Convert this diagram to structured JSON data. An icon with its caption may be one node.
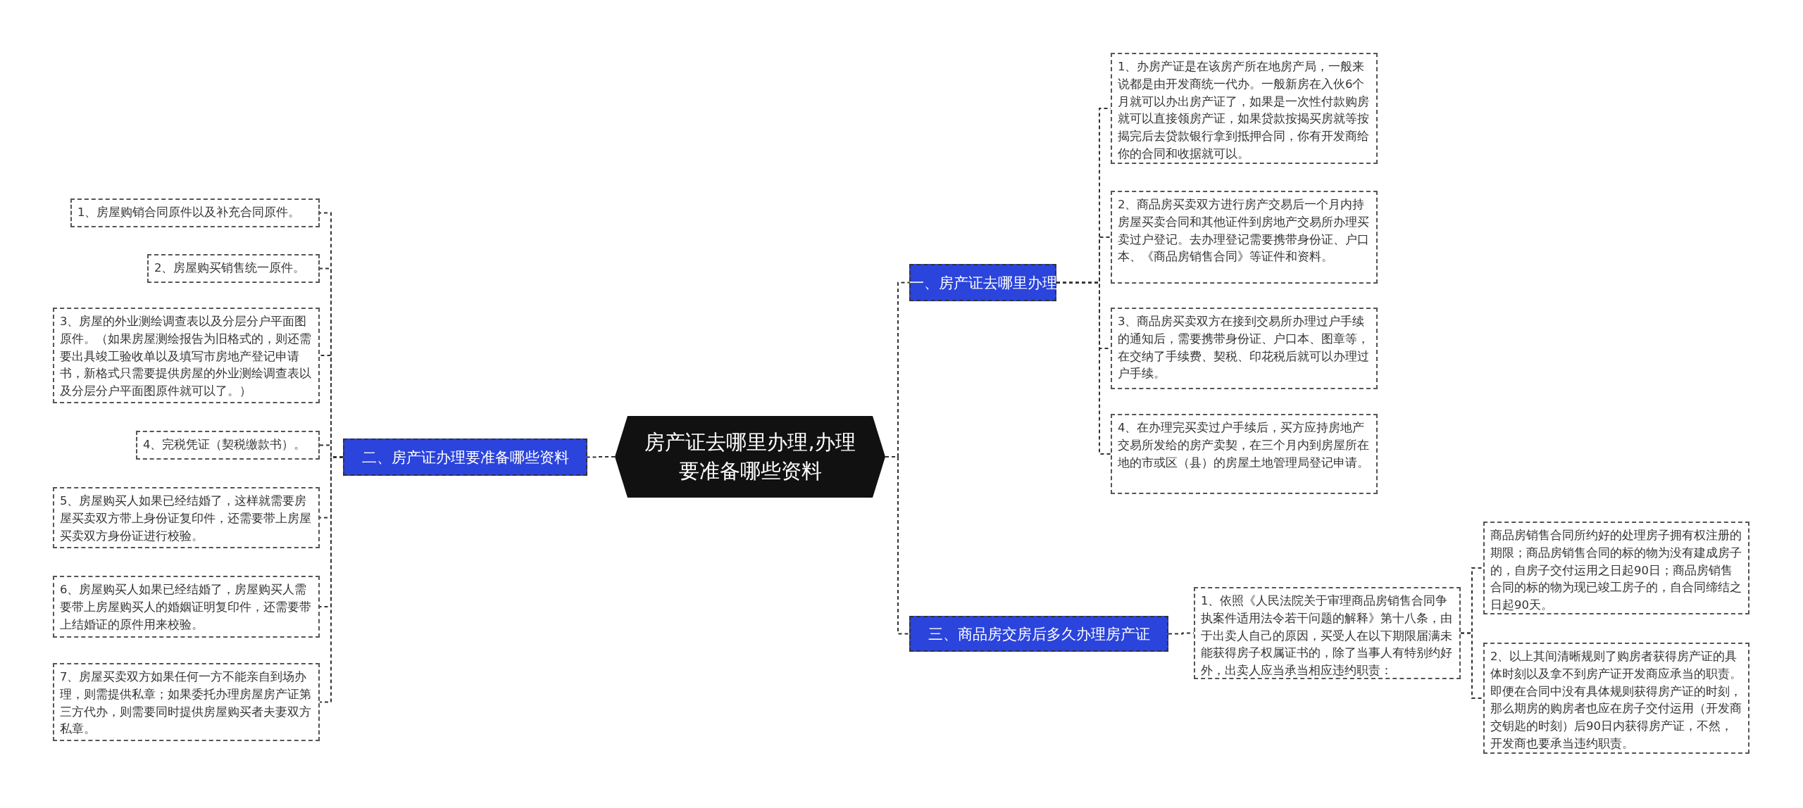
{
  "diagram": {
    "nodes": [
      {
        "text": [
          "房产证去哪里办理,办理要准备哪些资料"
        ]
      },
      {
        "text": [
          "一、房产证去哪里办理"
        ]
      },
      {
        "text": [
          "1、办房产证是在该房产所在地房产局，一般来说都是由开发商统一代办。一般新房在入伙6个月就可以办出房产证了，如果是一次性付款购房就可以直接领房产证，如果贷款按揭买房就等按揭完后去贷款银行拿到抵押合同，你有开发商给你的合同和收据就可以。"
        ]
      },
      {
        "text": [
          "2、商品房买卖双方进行房产交易后一个月内持房屋买卖合同和其他证件到房地产交易所办理买卖过户登记。去办理登记需要携带身份证、户口本、《商品房销售合同》等证件和资料。"
        ]
      },
      {
        "text": [
          "3、商品房买卖双方在接到交易所办理过户手续的通知后，需要携带身份证、户口本、图章等，在交纳了手续费、契税、印花税后就可以办理过户手续。"
        ]
      },
      {
        "text": [
          "4、在办理完买卖过户手续后，买方应持房地产交易所发给的房产卖契，在三个月内到房屋所在地的市或区（县）的房屋土地管理局登记申请。"
        ]
      },
      {
        "text": [
          "二、房产证办理要准备哪些资料"
        ]
      },
      {
        "text": [
          "1、房屋购销合同原件以及补充合同原件。"
        ]
      },
      {
        "text": [
          "2、房屋购买销售统一原件。"
        ]
      },
      {
        "text": [
          "3、房屋的外业测绘调查表以及分层分户平面图原件。（如果房屋测绘报告为旧格式的，则还需要出具竣工验收单以及填写市房地产登记申请书，新格式只需要提供房屋的外业测绘调查表以及分层分户平面图原件就可以了。）"
        ]
      },
      {
        "text": [
          "4、完税凭证（契税缴款书）。"
        ]
      },
      {
        "text": [
          "5、房屋购买人如果已经结婚了，这样就需要房屋买卖双方带上身份证复印件，还需要带上房屋买卖双方身份证进行校验。"
        ]
      },
      {
        "text": [
          "6、房屋购买人如果已经结婚了，房屋购买人需要带上房屋购买人的婚姻证明复印件，还需要带上结婚证的原件用来校验。"
        ]
      },
      {
        "text": [
          "7、房屋买卖双方如果任何一方不能亲自到场办理，则需提供私章；如果委托办理房屋房产证第三方代办，则需要同时提供房屋购买者夫妻双方私章。"
        ]
      },
      {
        "text": [
          "三、商品房交房后多久办理房产证"
        ]
      },
      {
        "text": [
          "1、依照《人民法院关于审理商品房销售合同争执案件适用法令若干问题的解释》第十八条，由于出卖人自己的原因，买受人在以下期限届满未能获得房子权属证书的，除了当事人有特别约好外，出卖人应当承当相应违约职责："
        ]
      },
      {
        "text": [
          "商品房销售合同所约好的处理房子拥有权注册的期限；商品房销售合同的标的物为没有建成房子的，自房子交付运用之日起90日；商品房销售合同的标的物为现已竣工房子的，自合同缔结之日起90天。"
        ]
      },
      {
        "text": [
          "2、以上其间清晰规则了购房者获得房产证的具体时刻以及拿不到房产证开发商应承当的职责。即便在合同中没有具体规则获得房产证的时刻，那么期房的购房者也应在房子交付运用（开发商交钥匙的时刻）后90日内获得房产证，不然，开发商也要承当违约职责。"
        ]
      }
    ],
    "edges": [
      {
        "from": 0,
        "to": 1,
        "arrow": "none"
      },
      {
        "from": 1,
        "to": 2,
        "arrow": "none"
      },
      {
        "from": 1,
        "to": 3,
        "arrow": "none"
      },
      {
        "from": 1,
        "to": 4,
        "arrow": "none"
      },
      {
        "from": 1,
        "to": 5,
        "arrow": "none"
      },
      {
        "from": 0,
        "to": 6,
        "arrow": "none"
      },
      {
        "from": 6,
        "to": 7,
        "arrow": "none"
      },
      {
        "from": 6,
        "to": 8,
        "arrow": "none"
      },
      {
        "from": 6,
        "to": 9,
        "arrow": "none"
      },
      {
        "from": 6,
        "to": 10,
        "arrow": "none"
      },
      {
        "from": 6,
        "to": 11,
        "arrow": "none"
      },
      {
        "from": 6,
        "to": 12,
        "arrow": "none"
      },
      {
        "from": 6,
        "to": 13,
        "arrow": "none"
      },
      {
        "from": 0,
        "to": 14,
        "arrow": "none"
      },
      {
        "from": 14,
        "to": 15,
        "arrow": "none"
      },
      {
        "from": 15,
        "to": 16,
        "arrow": "none"
      },
      {
        "from": 15,
        "to": 17,
        "arrow": "none"
      }
    ]
  }
}
